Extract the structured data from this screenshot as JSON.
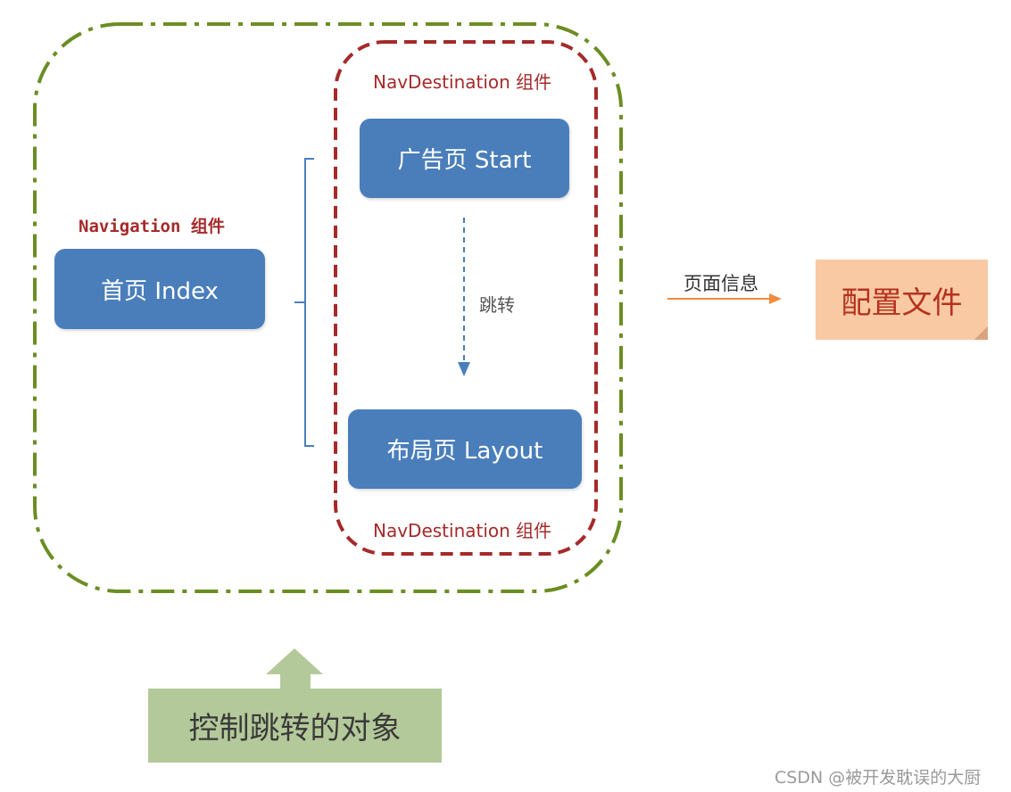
{
  "navigation_label": "Navigation 组件",
  "navdestination_top_label": "NavDestination 组件",
  "navdestination_bottom_label": "NavDestination 组件",
  "index_box": "首页 Index",
  "start_box": "广告页 Start",
  "layout_box": "布局页 Layout",
  "jump_label": "跳转",
  "page_info_label": "页面信息",
  "config_box": "配置文件",
  "control_box": "控制跳转的对象",
  "watermark": "CSDN @被开发耽误的大厨",
  "colors": {
    "navigation_border": "#6b8e23",
    "navdestination_border": "#a52a2a",
    "box_fill": "#4a7ebb",
    "arrow_blue": "#4a7ebb",
    "arrow_orange": "#f08c3c",
    "config_fill": "#f9c9a3",
    "control_fill": "#b4c99a"
  }
}
